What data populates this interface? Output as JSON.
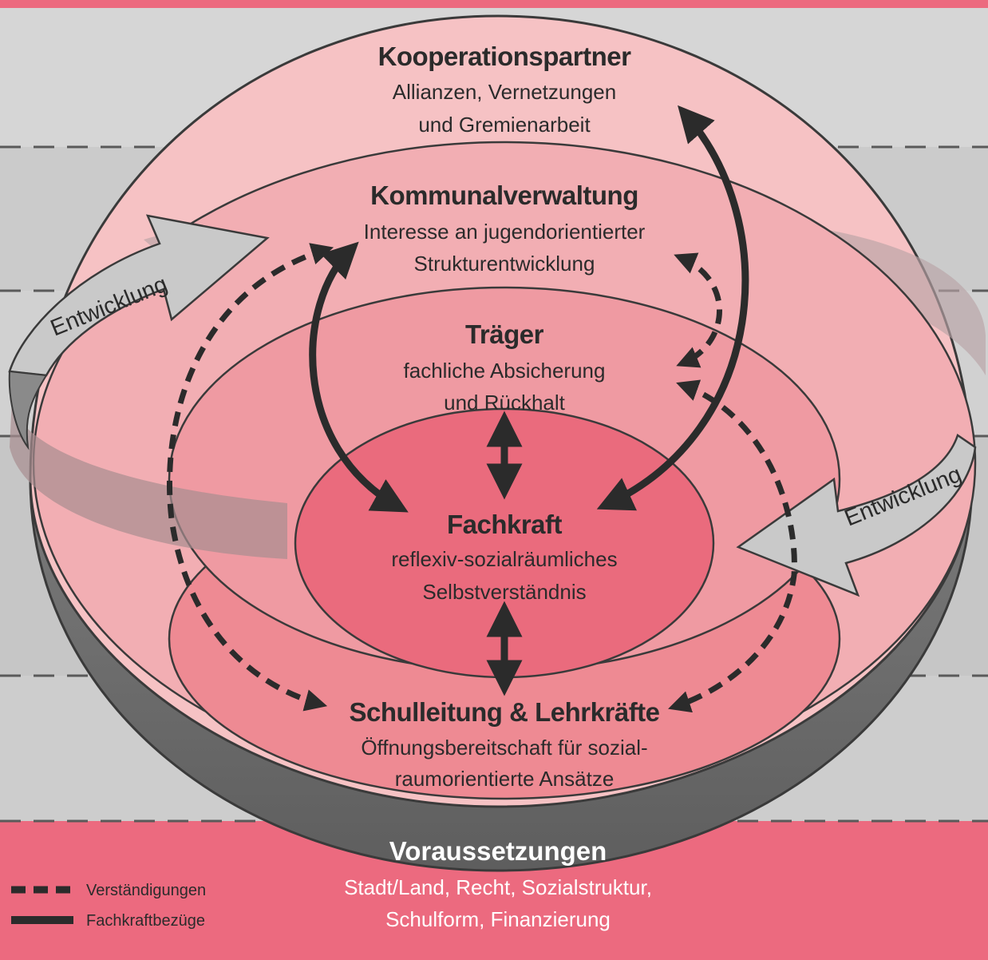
{
  "diagram": {
    "levels": [
      {
        "id": "kooperationspartner",
        "title": "Kooperationspartner",
        "lines": [
          "Allianzen, Vernetzungen",
          "und Gremienarbeit"
        ]
      },
      {
        "id": "kommunalverwaltung",
        "title": "Kommunalverwaltung",
        "lines": [
          "Interesse an jugendorientierter",
          "Strukturentwicklung"
        ]
      },
      {
        "id": "traeger",
        "title": "Träger",
        "lines": [
          "fachliche Absicherung",
          "und Rückhalt"
        ]
      },
      {
        "id": "fachkraft",
        "title": "Fachkraft",
        "lines": [
          "reflexiv-sozialräumliches",
          "Selbstverständnis"
        ]
      },
      {
        "id": "schulleitung",
        "title": "Schulleitung & Lehrkräfte",
        "lines": [
          "Öffnungsbereitschaft für sozial-",
          "raumorientierte Ansätze"
        ]
      }
    ],
    "foundation": {
      "title": "Voraussetzungen",
      "lines": [
        "Stadt/Land, Recht, Sozialstruktur,",
        "Schulform, Finanzierung"
      ]
    },
    "development_label_left": "Entwicklung",
    "development_label_right": "Entwicklung",
    "legend": [
      {
        "style": "dashed",
        "label": "Verständigungen"
      },
      {
        "style": "solid",
        "label": "Fachkraftbezüge"
      }
    ],
    "colors": {
      "band_light_grey": "#d3d3d3",
      "band_mid_grey": "#c8c8c8",
      "foundation_pink": "#ec6a7f",
      "sphere_outer": "#f6c2c4",
      "ring_kommunal": "#f2aeb3",
      "ring_traeger": "#ef9aa2",
      "ring_schule": "#ee8a93",
      "core_fachkraft": "#ea6b7d",
      "bowl_grey": "#6e6e6e",
      "arrow_dark": "#2b2b2b",
      "ribbon_grey": "#c9c9c9"
    }
  }
}
